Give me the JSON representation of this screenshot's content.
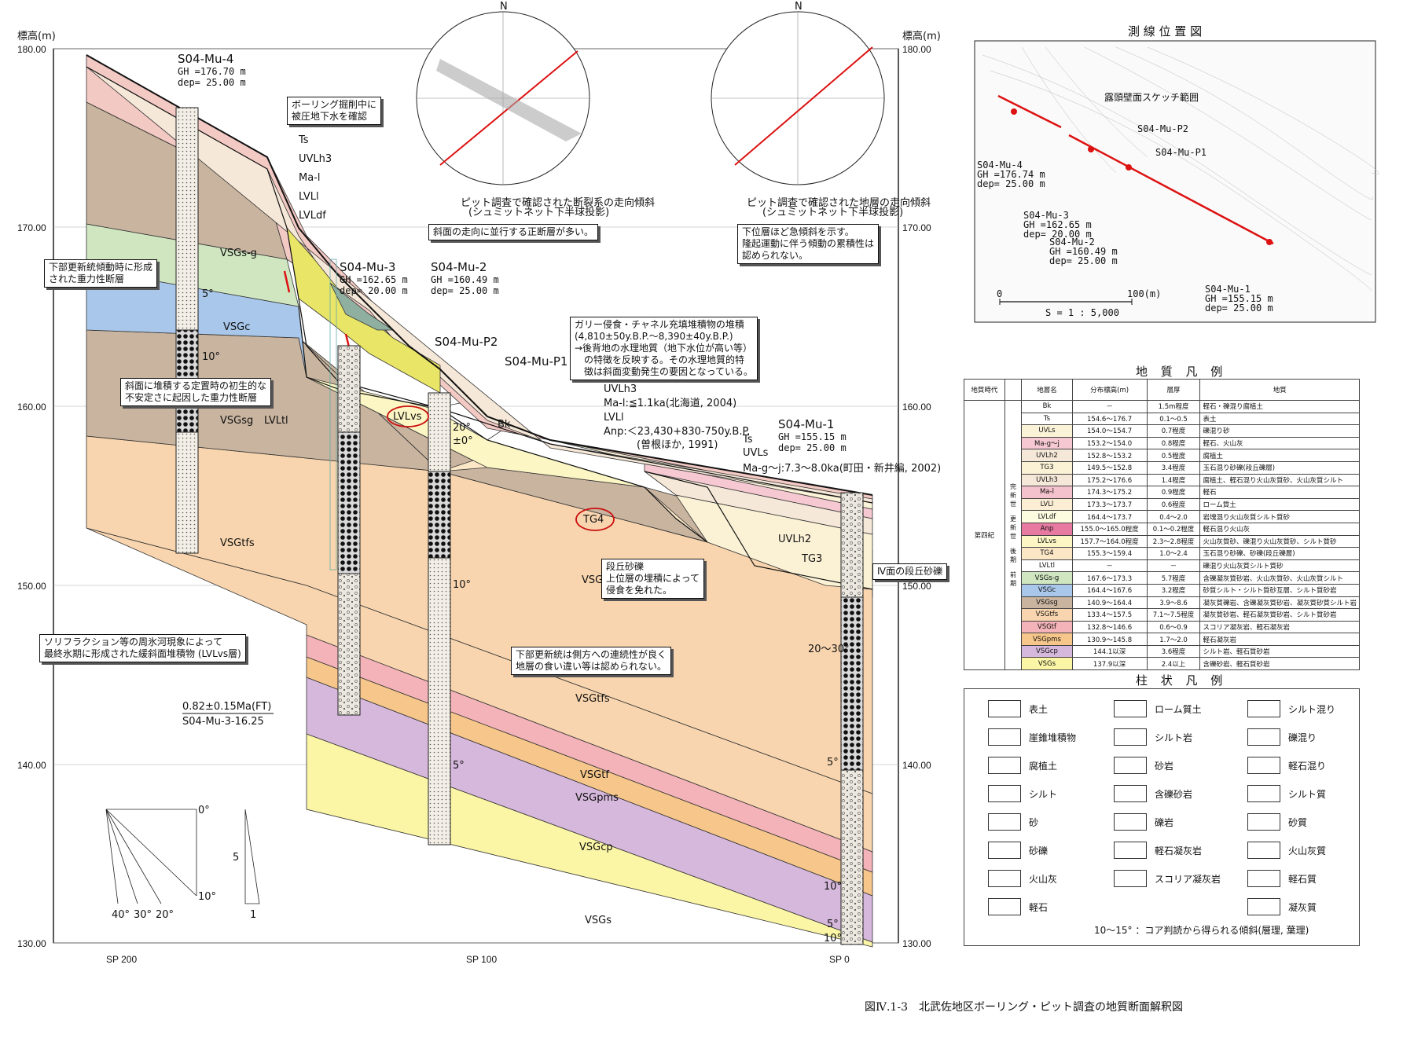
{
  "axis": {
    "left_title": "標高(m)",
    "right_title": "標高(m)",
    "y_ticks": [
      "180.00",
      "170.00",
      "160.00",
      "150.00",
      "140.00",
      "130.00"
    ],
    "x_ticks": [
      "SP 200",
      "SP 100",
      "SP 0"
    ]
  },
  "boreholes": {
    "mu4": {
      "name": "S04-Mu-4",
      "gh": "GH =176.70 m",
      "dep": "dep= 25.00 m"
    },
    "mu3": {
      "name": "S04-Mu-3",
      "gh": "GH =162.65 m",
      "dep": "dep= 20.00 m"
    },
    "mu2": {
      "name": "S04-Mu-2",
      "gh": "GH =160.49 m",
      "dep": "dep= 25.00 m"
    },
    "mu1": {
      "name": "S04-Mu-1",
      "gh": "GH =155.15 m",
      "dep": "dep= 25.00 m"
    },
    "p2": "S04-Mu-P2",
    "p1": "S04-Mu-P1"
  },
  "layer_labels": {
    "ts": "Ts",
    "uvlh3": "UVLh3",
    "mal": "Ma-l",
    "lvll": "LVLl",
    "lvldf": "LVLdf",
    "vsgsg_top": "VSGs-g",
    "vsgc": "VSGc",
    "vsgsg": "VSGsg",
    "lvltl": "LVLtl",
    "vsgtfs_left": "VSGtfs",
    "lvlvs": "LVLvs",
    "bk": "Bk",
    "tg4": "TG4",
    "uvlh2": "UVLh2",
    "tg3": "TG3",
    "vsgsg_mid": "VSGsg",
    "vsgtfs": "VSGtfs",
    "vsgtf": "VSGtf",
    "vsgpms": "VSGpms",
    "vsgcp": "VSGcp",
    "vsgs": "VSGs"
  },
  "annotations": {
    "p1_uvlh3": "UVLh3",
    "p1_mal": "Ma-l:≦1.1ka(北海道, 2004)",
    "p1_lvll": "LVLl",
    "p1_anp": "Anp:＜23,430+830-750y.B.P.",
    "p1_anp_ref": "(曽根ほか, 1991)",
    "p1_ts": "Ts",
    "p1_uvls": "UVLs",
    "p1_mag": "Ma-g～j:7.3～8.0ka(町田・新井編, 2002)",
    "ft_age": "0.82±0.15Ma(FT)",
    "ft_sample": "S04-Mu-3-16.25",
    "dips": [
      "5°",
      "10°",
      "20°",
      "±0°",
      "10°",
      "5°",
      "20～30°",
      "5°",
      "10°",
      "5°",
      "10°"
    ]
  },
  "dip_scale": {
    "angles": [
      "0°",
      "10°",
      "40°",
      "30°",
      "20°"
    ],
    "v": "5",
    "h": "1"
  },
  "notes": {
    "n1": "ボーリング掘削中に\n被圧地下水を確認",
    "n2": "下部更新統傾動時に形成\nされた重力性断層",
    "n3": "斜面に堆積する定置時の初生的な\n不安定さに起因した重力性断層",
    "n4": "ガリー侵食・チャネル充填堆積物の堆積\n(4,810±50y.B.P.～8,390±40y.B.P.)\n→後背地の水理地質（地下水位が高い等）\n　の特徴を反映する。その水理地質的特\n　徴は斜面変動発生の要因となっている。",
    "n5": "段丘砂礫\n上位層の埋積によって\n侵食を免れた。",
    "n6": "Ⅳ面の段丘砂礫",
    "n7": "ソリフラクション等の周氷河現象によって\n最終氷期に形成された緩斜面堆積物 (LVLvs層)",
    "n8": "下部更新統は側方への連続性が良く\n地層の食い違い等は認められない。",
    "n9": "斜面の走向に並行する正断層が多い。",
    "n10": "下位層ほど急傾斜を示す。\n隆起運動に伴う傾動の累積性は\n認められない。"
  },
  "stereonets": {
    "left_caption": "ピット調査で確認された断裂系の走向傾斜",
    "left_caption2": "(シュミットネット下半球投影)",
    "right_caption": "ピット調査で確認された地層の走向傾斜",
    "right_caption2": "(シュミットネット下半球投影)",
    "north": "N"
  },
  "location_map": {
    "title": "測 線 位 置 図",
    "sketch": "露頭壁面スケッチ範囲",
    "p2": "S04-Mu-P2",
    "p1": "S04-Mu-P1",
    "mu4": [
      "S04-Mu-4",
      "GH =176.74 m",
      "dep= 25.00 m"
    ],
    "mu3": [
      "S04-Mu-3",
      "GH =162.65 m",
      "dep= 20.00 m"
    ],
    "mu2": [
      "S04-Mu-2",
      "GH =160.49 m",
      "dep= 25.00 m"
    ],
    "mu1": [
      "S04-Mu-1",
      "GH =155.15 m",
      "dep= 25.00 m"
    ],
    "scale_0": "0",
    "scale_100": "100(m)",
    "scale": "S = 1 : 5,000"
  },
  "geo_legend": {
    "title": "地 質 凡 例",
    "headers": [
      "地質時代",
      "地層名",
      "分布標高(m)",
      "層厚",
      "地質"
    ],
    "era": "第四紀",
    "rows": [
      {
        "name": "Bk",
        "elev": "－",
        "thick": "1.5m程度",
        "desc": "軽石・礫混り腐植土",
        "color": "#ffffff"
      },
      {
        "name": "Ts",
        "elev": "154.6～176.7",
        "thick": "0.1～0.5",
        "desc": "表土",
        "color": "#ffffff"
      },
      {
        "name": "UVLs",
        "elev": "154.0～154.7",
        "thick": "0.7程度",
        "desc": "礫混り砂",
        "color": "#fbf3d8"
      },
      {
        "name": "Ma-g～j",
        "elev": "153.2～154.0",
        "thick": "0.8程度",
        "desc": "軽石、火山灰",
        "color": "#f6c9d2"
      },
      {
        "name": "UVLh2",
        "elev": "152.8～153.2",
        "thick": "0.5程度",
        "desc": "腐植土",
        "color": "#f5e8d8"
      },
      {
        "name": "TG3",
        "elev": "149.5～152.8",
        "thick": "3.4程度",
        "desc": "玉石混り砂礫(段丘礫層)",
        "color": "#fbf2d6"
      },
      {
        "name": "UVLh3",
        "elev": "175.2～176.6",
        "thick": "1.4程度",
        "desc": "腐植土、軽石混り火山灰質砂、火山灰質シルト",
        "color": "#f5e8d8"
      },
      {
        "name": "Ma-l",
        "elev": "174.3～175.2",
        "thick": "0.9程度",
        "desc": "軽石",
        "color": "#f4c2cc"
      },
      {
        "name": "LVLl",
        "elev": "173.3～173.7",
        "thick": "0.6程度",
        "desc": "ローム質土",
        "color": "#fbeed5"
      },
      {
        "name": "LVLdf",
        "elev": "164.4～173.7",
        "thick": "0.4～2.0",
        "desc": "岩塊混り火山灰質シルト質砂",
        "color": "#fdfbe0"
      },
      {
        "name": "Anp",
        "elev": "155.0～165.0程度",
        "thick": "0.1～0.2程度",
        "desc": "軽石混り火山灰",
        "color": "#e77aa0"
      },
      {
        "name": "LVLvs",
        "elev": "157.7～164.0程度",
        "thick": "2.3～2.8程度",
        "desc": "火山灰質砂、礫混り火山灰質砂、シルト質砂",
        "color": "#fbf6c4"
      },
      {
        "name": "TG4",
        "elev": "155.3～159.4",
        "thick": "1.0～2.4",
        "desc": "玉石混り砂礫、砂礫(段丘礫層)",
        "color": "#fbe7c6"
      },
      {
        "name": "LVLtl",
        "elev": "－",
        "thick": "－",
        "desc": "礫混り火山灰質シルト質砂",
        "color": "#ffffff"
      },
      {
        "name": "VSGs-g",
        "elev": "167.6～173.3",
        "thick": "5.7程度",
        "desc": "含礫凝灰質砂岩、火山灰質砂、火山灰質シルト",
        "color": "#cfe6c0"
      },
      {
        "name": "VSGc",
        "elev": "164.4～167.6",
        "thick": "3.2程度",
        "desc": "砂質シルト・シルト質砂互層、シルト質砂岩",
        "color": "#a9c7ea"
      },
      {
        "name": "VSGsg",
        "elev": "140.9～164.4",
        "thick": "3.9～8.6",
        "desc": "凝灰質礫岩、含礫凝灰質砂岩、凝灰質砂質シルト岩",
        "color": "#c8b49f"
      },
      {
        "name": "VSGtfs",
        "elev": "133.4～157.5",
        "thick": "7.1～7.5程度",
        "desc": "凝灰質砂岩、軽石凝灰質砂岩、シルト質砂岩",
        "color": "#f8d5ae"
      },
      {
        "name": "VSGtf",
        "elev": "132.8～146.6",
        "thick": "0.6～0.9",
        "desc": "スコリア凝灰岩、軽石凝灰岩",
        "color": "#f3b3b8"
      },
      {
        "name": "VSGpms",
        "elev": "130.9～145.8",
        "thick": "1.7～2.0",
        "desc": "軽石凝灰岩",
        "color": "#f6c68a"
      },
      {
        "name": "VSGcp",
        "elev": "144.1以深",
        "thick": "3.6程度",
        "desc": "シルト岩、軽石質砂岩",
        "color": "#d6b8dc"
      },
      {
        "name": "VSGs",
        "elev": "137.9以深",
        "thick": "2.4以上",
        "desc": "含礫砂岩、軽石質砂岩",
        "color": "#fbf5a6"
      }
    ],
    "groups": [
      "完新世",
      "更新世",
      "後期",
      "前期"
    ]
  },
  "col_legend": {
    "title": "柱 状 凡 例",
    "items": [
      "表土",
      "ローム質土",
      "シルト混り",
      "崖錐堆積物",
      "シルト岩",
      "礫混り",
      "腐植土",
      "砂岩",
      "軽石混り",
      "シルト",
      "含礫砂岩",
      "シルト質",
      "砂",
      "礫岩",
      "砂質",
      "砂礫",
      "軽石凝灰岩",
      "火山灰質",
      "火山灰",
      "スコリア凝灰岩",
      "軽石質",
      "軽石",
      "",
      "凝灰質"
    ],
    "note": "10～15° ：コア判読から得られる傾斜(層理, 葉理)"
  },
  "caption": "図Ⅳ.1-3　北武佐地区ボーリング・ピット調査の地質断面解釈図"
}
